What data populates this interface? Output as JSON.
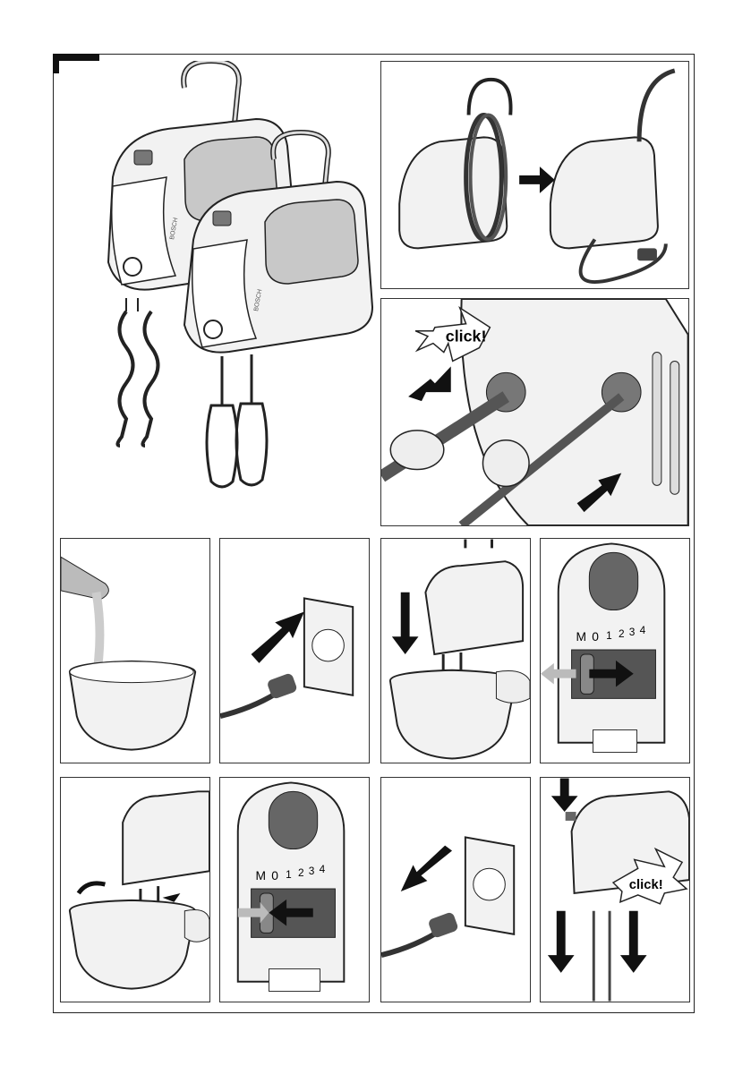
{
  "click_label": "click!",
  "speed_scale": [
    "M",
    "0",
    "1",
    "2",
    "3",
    "4"
  ],
  "brand_mark": "BOSCH",
  "colors": {
    "line": "#222222",
    "fill_light": "#f2f2f2",
    "fill_mid": "#bdbdbd",
    "fill_dark": "#555555",
    "black": "#111111"
  }
}
